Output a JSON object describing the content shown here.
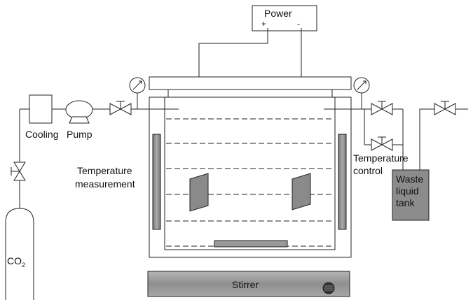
{
  "labels": {
    "power": "Power",
    "plus": "+",
    "minus": "-",
    "cooling": "Cooling",
    "pump": "Pump",
    "temp_measurement_1": "Temperature",
    "temp_measurement_2": "measurement",
    "temp_control_1": "Temperature",
    "temp_control_2": "control",
    "waste_1": "Waste",
    "waste_2": "liquid",
    "waste_3": "tank",
    "co2_main": "CO",
    "co2_sub": "2",
    "stirrer": "Stirrer"
  },
  "colors": {
    "line": "#222222",
    "electrode_fill": "#888888",
    "heater_fill": "#999999",
    "tank_fill": "#8c8c8c",
    "stirrer_fill": "#9a9a9a"
  }
}
